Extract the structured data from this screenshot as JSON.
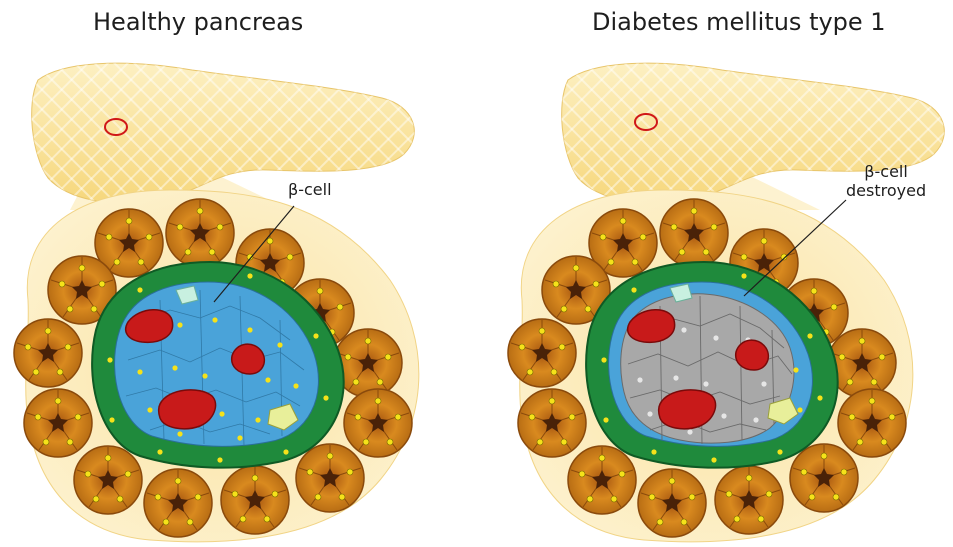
{
  "panels": [
    {
      "title": "Healthy pancreas",
      "label_lines": [
        "β-cell"
      ],
      "destroyed": false
    },
    {
      "title": "Diabetes mellitus type 1",
      "label_lines": [
        "β-cell",
        "destroyed"
      ],
      "destroyed": true
    }
  ],
  "colors": {
    "pancreas": "#fbe6a2",
    "lobule": "#fcebb6",
    "acinar": "#d98a1f",
    "acinar_dark": "#5a2a0a",
    "islet_rim": "#1f8a3c",
    "beta_cell": "#4aa3d9",
    "destroyed_cell": "#a8a8a8",
    "alpha_cell": "#c81a1a"
  }
}
